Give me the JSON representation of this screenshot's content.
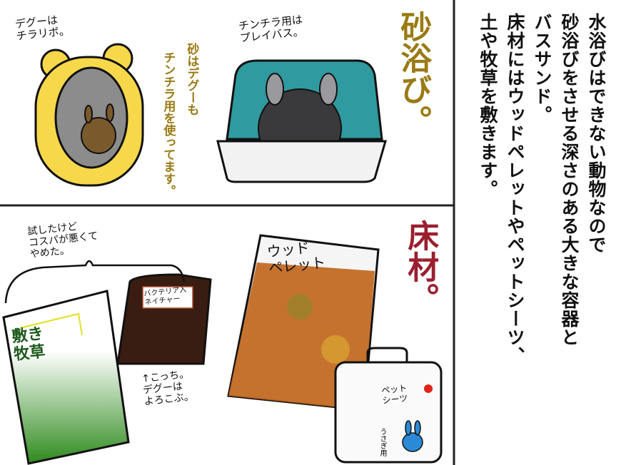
{
  "panel_top": {
    "heading": "砂浴び。",
    "degu_note": "デグーは\nチラリボ。",
    "chinchilla_note": "チンチラ用は\nプレイバス。",
    "sand_note_col1": "砂はデグーも",
    "sand_note_col2": "チンチラ用を使ってます。"
  },
  "panel_bottom": {
    "heading": "床材。",
    "tried_note": "試したけど\nコスパが悪くて\nやめた。",
    "hay_label": "敷き\n牧草",
    "bacteria_label": "バクテリア入\nネイチャー",
    "bacteria_note": "↑こっち。\nデグーは\nよろこぶ。",
    "pellet_label": "ウッド\nペレット",
    "sheet_label": "ペット\nシーツ",
    "sheet_sub": "うさぎ用"
  },
  "narration": [
    "水浴びはできない動物なので",
    "砂浴びをさせる深さのある大きな容器と",
    "バスサンド。",
    "床材にはウッドペレットやペットシーツ、",
    "土や牧草を敷きます。"
  ],
  "colors": {
    "gold": "#9a7a14",
    "red": "#9a1f2f",
    "yellow": "#f6d84a",
    "teal": "#2f9aa0"
  }
}
